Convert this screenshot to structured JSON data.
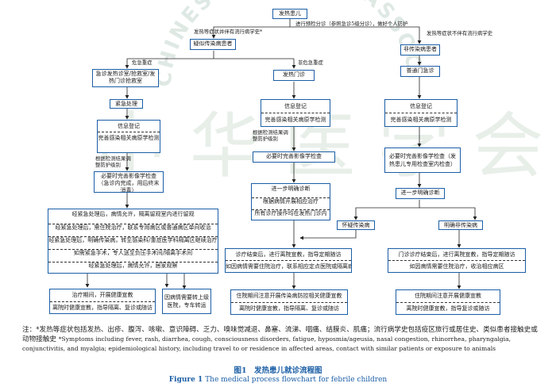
{
  "watermark": {
    "arc_text": "CHINESE MEDICAL ASSOCIATION",
    "big_text": "中 华 医 学 会"
  },
  "flow": {
    "start": "发热患儿",
    "screening": "进行预检分诊（参照急诊5级分诊），做好个人防护",
    "label_epi_positive": "发热等症状并伴有流行病学史*",
    "label_epi_negative": "发热等症状不伴有流行病学史",
    "suspected": "疑似传染病患者",
    "label_critical": "危急重症",
    "label_non_critical": "非危急重症",
    "left": {
      "emergency_room": "急诊发热诊室/抢救室/发热门诊抢救室",
      "urgent_treatment": "紧急处理",
      "info_reg": "信息登记",
      "pathogen_test": "完善感染相关病原学检测",
      "adjust_note": "根据检测结果调整防护级别",
      "imaging": "必要时完善影像学检查（急诊内完成，用后终末消毒）",
      "group_rows": [
        "经紧急处理后，病情允许，隔离留观室内进行留观",
        "经紧急处理后，需住院治疗，联系专用病区或普通病区单间收治",
        "经紧急处理后，明确传染病，转至感染科/重症医学科隔离区继续治疗",
        "如需紧急手术，专人送至负压手术间/隔离手术间",
        "经紧急处理后，病情允许，居家观察"
      ],
      "home_obs": "治疗期间，开展健康宣教",
      "home_obs2": "离院时健康宣教，指导隔离、复诊或随访",
      "transfer": "因病情需要转上级医院，专车转运"
    },
    "mid": {
      "fever_clinic": "发热门诊",
      "info_reg": "信息登记",
      "pathogen_test": "完善感染相关病原学检测",
      "adjust_note": "根据检测结果调整防护级别",
      "imaging": "必要时完善影像学检查",
      "clarify_title": "进一步明确诊断",
      "treat": "根据病情开展相应治疗",
      "isolation": "所有诊疗操作均在发热门诊内",
      "end_treat": "诊疗结束后，进行离院宣教，指导定期随访",
      "admit": "如因病情需要住院治疗，联系相应定点医院或隔离病区",
      "edu1": "住院期间注意开展传染病防控相关健康宣教",
      "edu2": "离院时健康宣教，指导隔离、复诊或随访"
    },
    "right": {
      "non_infectious": "非传染病患者",
      "general_clinic": "普通门急诊",
      "info_reg": "信息登记",
      "pathogen_test": "完善感染相关病原学检测",
      "imaging": "必要时完善影像学检查（发热患儿专用检查室内检查）",
      "clarify": "进一步明确诊断",
      "suspected_infectious": "怀疑传染病",
      "confirmed_non_infectious": "明确非传染病",
      "end_treat": "门诊诊疗结束后，进行离院宣教，指导定期随访",
      "admit": "如因病情需要住院治疗，收治相应病区",
      "edu1": "住院期间注意开展健康宣教",
      "edu2": "离院时健康宣教，指导复诊或随访"
    }
  },
  "footnote": {
    "zh": "注：*发热等症状包括发热、出疹、腹泻、咳嗽、意识障碍、乏力、嗅味觉减退、鼻塞、流涕、咽痛、结膜炎、肌痛；流行病学史包括疫区旅行或居住史、类似患者接触史或动物接触史",
    "en": "*Symptoms including fever, rash, diarrhea, cough, consciousness disorders, fatigue, hyposmia/ageusia, nasal congestion, rhinorrhea, pharyngalgia, conjunctivitis, and myalgia; epidemiological history, including travel to or residence in affected areas, contact with similar patients or exposure to animals"
  },
  "caption": {
    "zh": "图1　发热患儿就诊流程图",
    "en_label": "Figure 1",
    "en": "The medical process flowchart for febrile children"
  },
  "colors": {
    "box_border": "#1b5ea6",
    "caption": "#1b5ea6",
    "watermark": "#e4ebe7"
  }
}
